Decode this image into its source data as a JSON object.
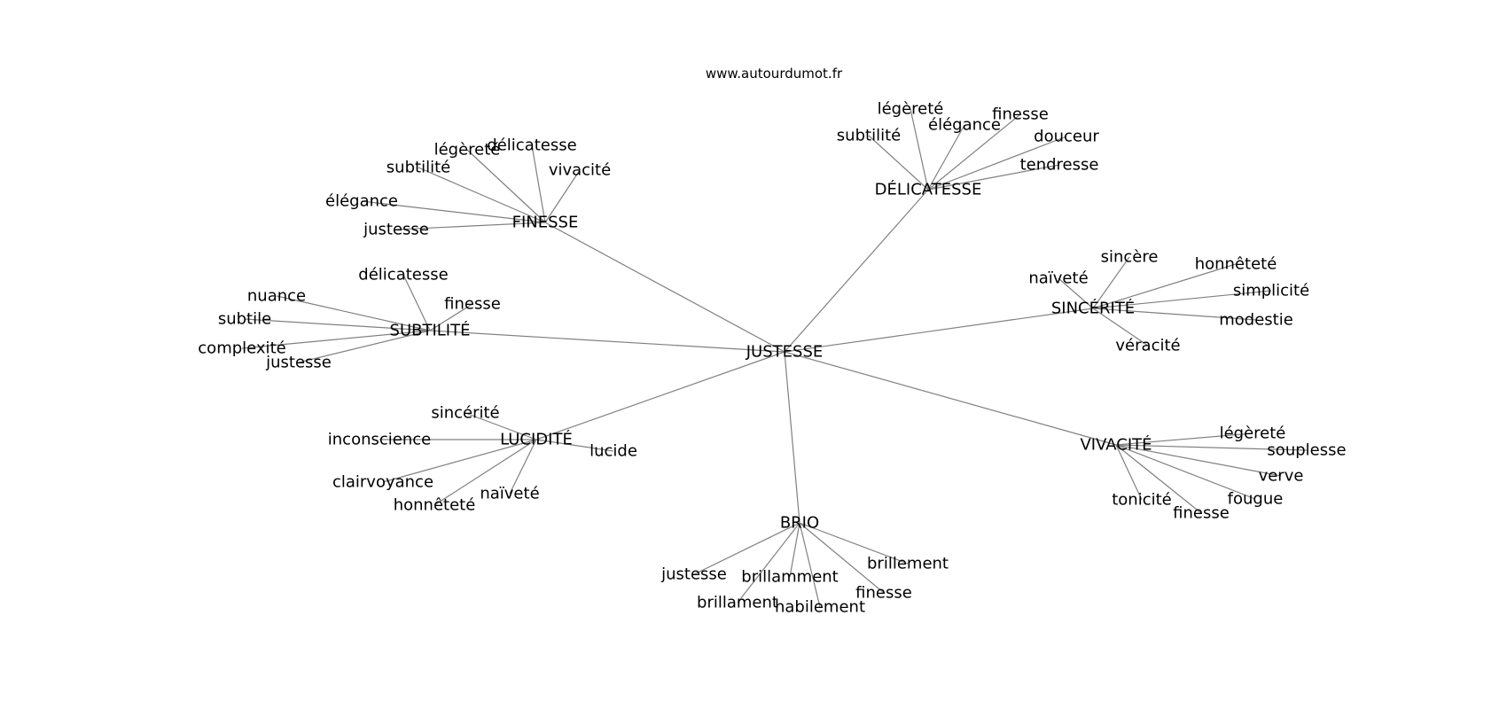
{
  "source": "www.autourdumot.fr",
  "center": "JUSTESSE",
  "clusters": [
    {
      "id": "finesse",
      "label": "FINESSE",
      "leaves": [
        "délicatesse",
        "légèreté",
        "subtilité",
        "vivacité",
        "élégance",
        "justesse"
      ]
    },
    {
      "id": "delicatesse",
      "label": "DÉLICATESSE",
      "leaves": [
        "légèreté",
        "subtilité",
        "élégance",
        "finesse",
        "douceur",
        "tendresse"
      ]
    },
    {
      "id": "sincerite",
      "label": "SINCÉRITÉ",
      "leaves": [
        "sincère",
        "naïveté",
        "honnêteté",
        "simplicité",
        "modestie",
        "véracité"
      ]
    },
    {
      "id": "subtilite",
      "label": "SUBTILITÉ",
      "leaves": [
        "délicatesse",
        "nuance",
        "finesse",
        "subtile",
        "complexité",
        "justesse"
      ]
    },
    {
      "id": "lucidite",
      "label": "LUCIDITÉ",
      "leaves": [
        "sincérité",
        "inconscience",
        "lucide",
        "clairvoyance",
        "naïveté",
        "honnêteté"
      ]
    },
    {
      "id": "vivacite",
      "label": "VIVACITÉ",
      "leaves": [
        "légèreté",
        "souplesse",
        "verve",
        "fougue",
        "tonicité",
        "finesse"
      ]
    },
    {
      "id": "brio",
      "label": "BRIO",
      "leaves": [
        "brillement",
        "justesse",
        "brillamment",
        "finesse",
        "brillament",
        "habilement"
      ]
    }
  ]
}
